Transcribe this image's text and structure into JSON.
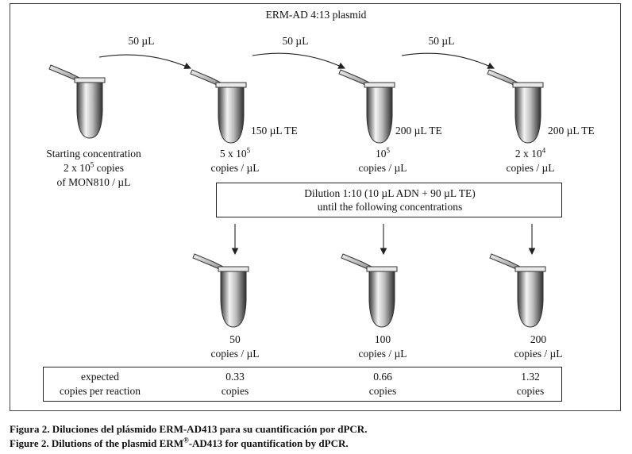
{
  "title": "ERM-AD 4:13 plasmid",
  "transfers": [
    "50 µL",
    "50 µL",
    "50 µL"
  ],
  "volumes": [
    "150 µL TE",
    "200 µL TE",
    "200 µL TE"
  ],
  "start": {
    "line1": "Starting concentration",
    "line2a": "2 x 10",
    "line2sup": "5",
    "line2b": " copies",
    "line3": "of MON810 / µL"
  },
  "stock": [
    {
      "base": "5 x 10",
      "sup": "5",
      "unit": "copies / µL"
    },
    {
      "base": "10",
      "sup": "5",
      "unit": "copies / µL"
    },
    {
      "base": "2 x 10",
      "sup": "4",
      "unit": "copies / µL"
    }
  ],
  "dilution": {
    "line1": "Dilution 1:10 (10 µL ADN + 90 µL TE)",
    "line2": "until the following concentrations"
  },
  "final": [
    {
      "value": "50",
      "unit": "copies / µL"
    },
    {
      "value": "100",
      "unit": "copies / µL"
    },
    {
      "value": "200",
      "unit": "copies / µL"
    }
  ],
  "table": {
    "header_line1": "expected",
    "header_line2": "copies per reaction",
    "cells": [
      {
        "value": "0.33",
        "unit": "copies"
      },
      {
        "value": "0.66",
        "unit": "copies"
      },
      {
        "value": "1.32",
        "unit": "copies"
      }
    ]
  },
  "caption_es": "Figura 2. Diluciones del plásmido ERM-AD413 para su cuantificación por dPCR.",
  "caption_en_a": "Figure 2. Dilutions of the plasmid ERM",
  "caption_en_sup": "®",
  "caption_en_b": "-AD413 for quantification by dPCR."
}
